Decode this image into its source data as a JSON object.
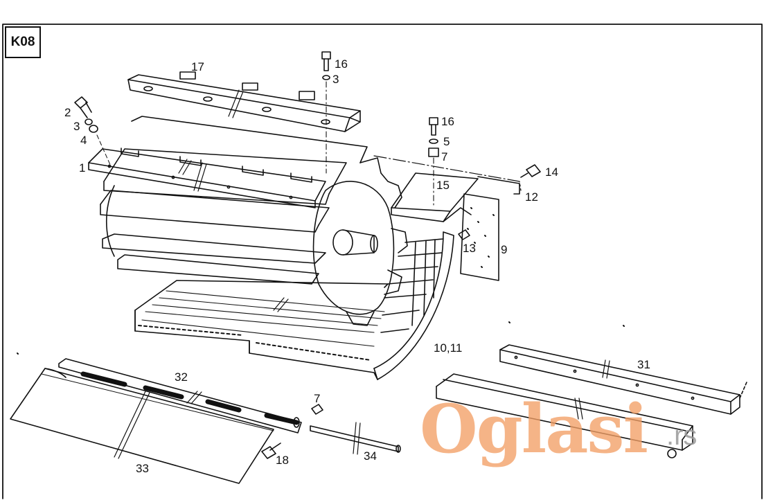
{
  "diagram": {
    "code": "K08",
    "part_labels": [
      {
        "id": "p17",
        "text": "17"
      },
      {
        "id": "p16a",
        "text": "16"
      },
      {
        "id": "p3a",
        "text": "3"
      },
      {
        "id": "p2",
        "text": "2"
      },
      {
        "id": "p3b",
        "text": "3"
      },
      {
        "id": "p4",
        "text": "4"
      },
      {
        "id": "p1",
        "text": "1"
      },
      {
        "id": "p16b",
        "text": "16"
      },
      {
        "id": "p5",
        "text": "5"
      },
      {
        "id": "p7a",
        "text": "7"
      },
      {
        "id": "p14",
        "text": "14"
      },
      {
        "id": "p15",
        "text": "15"
      },
      {
        "id": "p12",
        "text": "12"
      },
      {
        "id": "p13",
        "text": "13"
      },
      {
        "id": "p9",
        "text": "9"
      },
      {
        "id": "p1011",
        "text": "10,11"
      },
      {
        "id": "p31",
        "text": "31"
      },
      {
        "id": "p32",
        "text": "32"
      },
      {
        "id": "p7b",
        "text": "7"
      },
      {
        "id": "p18",
        "text": "18"
      },
      {
        "id": "p33",
        "text": "33"
      },
      {
        "id": "p34",
        "text": "34"
      }
    ]
  },
  "watermark": {
    "brand": "Oglasi",
    "tld": ".rs",
    "color": "#f3a066"
  }
}
